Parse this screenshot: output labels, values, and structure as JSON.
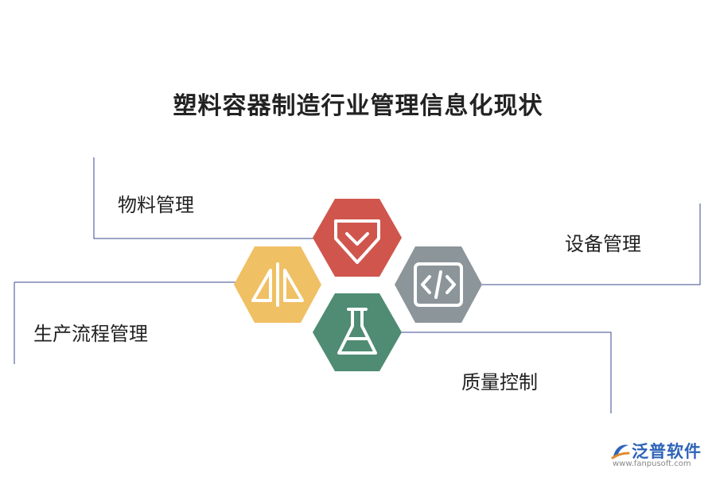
{
  "title": "塑料容器制造行业管理信息化现状",
  "items": {
    "materials": "物料管理",
    "equipment": "设备管理",
    "production": "生产流程管理",
    "quality": "质量控制"
  },
  "hexagons": {
    "top": {
      "color": "#d0564d",
      "icon": "diamond-check-icon"
    },
    "left": {
      "color": "#f0c064",
      "icon": "split-triangles-icon"
    },
    "right": {
      "color": "#8c9599",
      "icon": "code-brackets-icon"
    },
    "bottom": {
      "color": "#4f8c73",
      "icon": "flask-icon"
    }
  },
  "line_color": "#3a4a8c",
  "logo": {
    "name": "泛普软件",
    "url": "www.fanpusoft.com"
  }
}
